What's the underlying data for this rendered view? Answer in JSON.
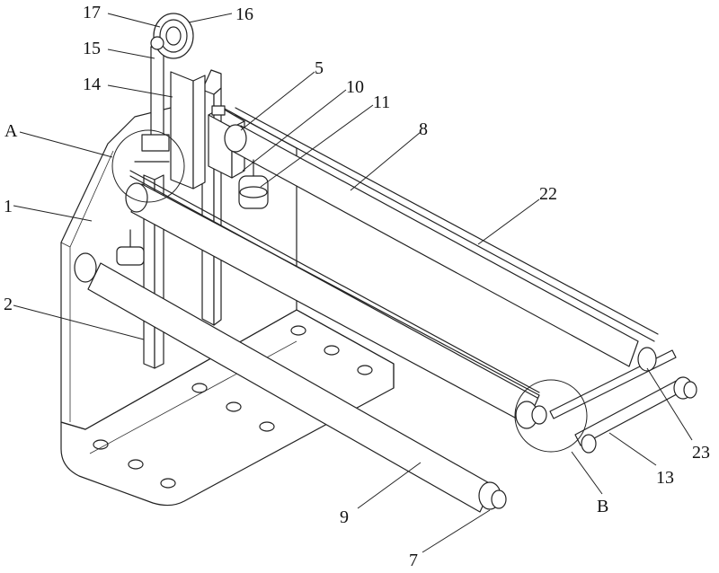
{
  "diagram": {
    "labels": {
      "l17": "17",
      "l16": "16",
      "l15": "15",
      "l14": "14",
      "l5": "5",
      "l10": "10",
      "l11": "11",
      "lA": "A",
      "l8": "8",
      "l1": "1",
      "l22": "22",
      "l2": "2",
      "l23": "23",
      "l13": "13",
      "l9": "9",
      "lB": "B",
      "l7": "7"
    }
  }
}
